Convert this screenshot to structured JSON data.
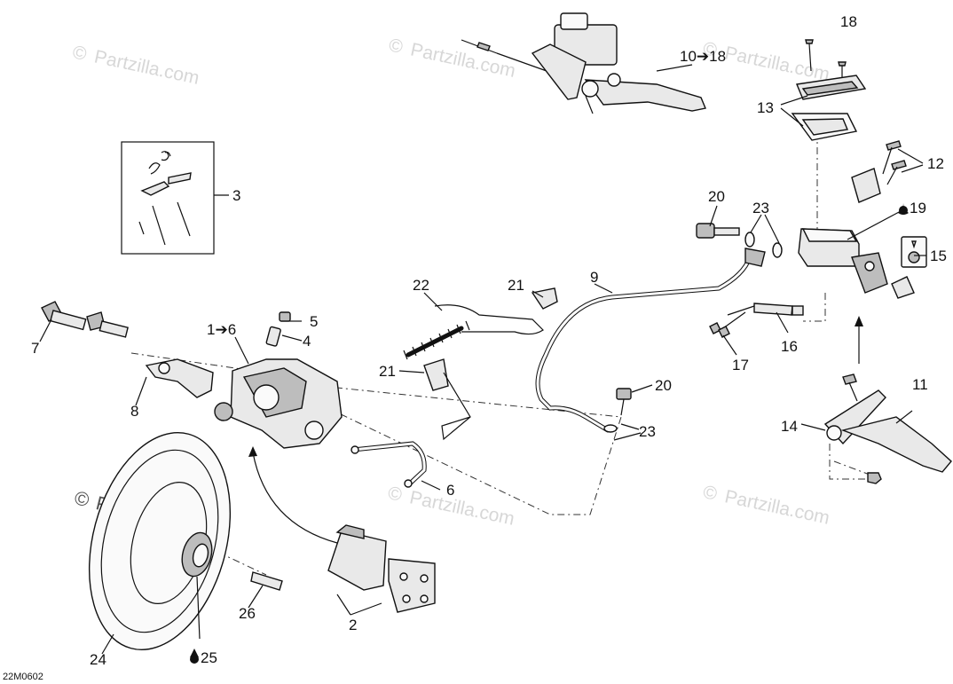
{
  "diagram": {
    "drawing_code": "22M0602",
    "watermark_symbol": "©",
    "watermark_text": "Partzilla.com",
    "drop_icon": "oil-drop-icon",
    "callouts": {
      "c1": "1➔6",
      "c2": "2",
      "c3": "3",
      "c4": "4",
      "c5": "5",
      "c6": "6",
      "c7": "7",
      "c8": "8",
      "c9": "9",
      "c10": "10➔18",
      "c11": "11",
      "c12": "12",
      "c13": "13",
      "c14": "14",
      "c15": "15",
      "c16": "16",
      "c17": "17",
      "c18": "18",
      "c19": "19",
      "c20a": "20",
      "c20b": "20",
      "c21a": "21",
      "c21b": "21",
      "c22": "22",
      "c23a": "23",
      "c23b": "23",
      "c24": "24",
      "c25": "25",
      "c26": "26"
    }
  }
}
